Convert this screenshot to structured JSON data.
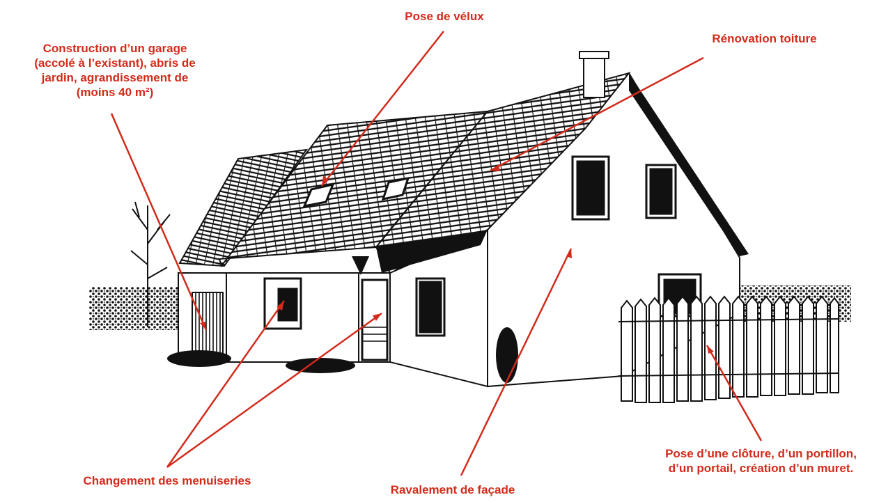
{
  "colors": {
    "annotation": "#d22b1b",
    "ink": "#111111",
    "paper": "#ffffff"
  },
  "labels": {
    "velux": "Pose de vélux",
    "toiture": "Rénovation toiture",
    "garage": [
      "Construction d’un garage",
      "(accolé à l’existant), abris  de",
      "jardin,  agrandissement de",
      "(moins 40 m²)"
    ],
    "menuiseries": "Changement des menuiseries",
    "facade": "Ravalement de façade",
    "cloture": [
      "Pose d’une clôture, d’un portillon,",
      "d’un portail, création d’un muret."
    ]
  }
}
